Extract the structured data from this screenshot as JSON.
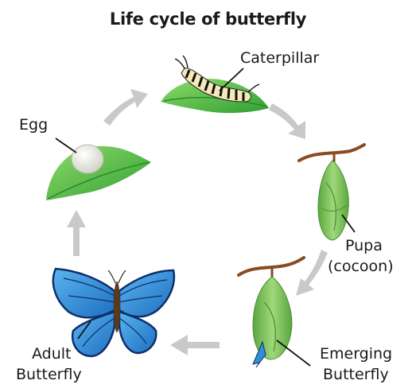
{
  "title": "Life cycle of butterfly",
  "stages": {
    "egg": {
      "label": "Egg"
    },
    "caterpillar": {
      "label": "Caterpillar"
    },
    "pupa": {
      "line1": "Pupa",
      "line2": "(cocoon)"
    },
    "emerging": {
      "line1": "Emerging",
      "line2": "Butterfly"
    },
    "adult": {
      "line1": "Adult",
      "line2": "Butterfly"
    }
  },
  "colors": {
    "leaf": "#4cbf3f",
    "leaf_dark": "#2e9a2a",
    "arrow": "#c9c9c9",
    "pupa": "#7cc35a",
    "stem": "#8a4a22",
    "wing_blue": "#2f8fd6",
    "wing_dark": "#0e2f6a"
  }
}
